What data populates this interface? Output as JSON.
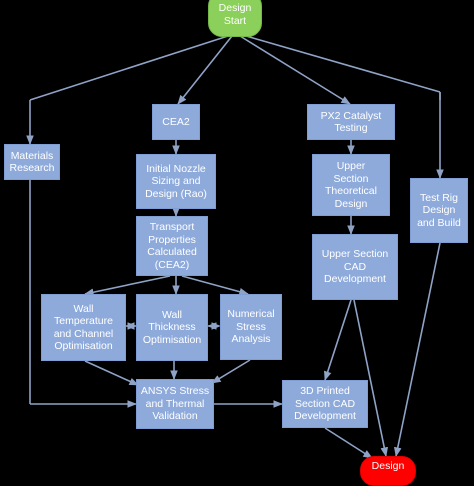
{
  "nodes": {
    "design_start": "Design\nStart",
    "cea2": "CEA2",
    "px2": "PX2 Catalyst\nTesting",
    "materials": "Materials\nResearch",
    "nozzle": "Initial Nozzle\nSizing and\nDesign (Rao)",
    "transport": "Transport\nProperties\nCalculated\n(CEA2)",
    "upper_theory": "Upper\nSection\nTheoretical\nDesign",
    "upper_cad": "Upper Section\nCAD\nDevelopment",
    "test_rig": "Test Rig\nDesign\nand Build",
    "wall_temp": "Wall\nTemperature\nand Channel\nOptimisation",
    "wall_thick": "Wall\nThickness\nOptimisation",
    "numerical": "Numerical\nStress\nAnalysis",
    "ansys": "ANSYS Stress\nand Thermal\nValidation",
    "printed": "3D Printed\nSection CAD\nDevelopment",
    "design_end": "Design"
  },
  "colors": {
    "background": "#000000",
    "box_fill": "#8eaadb",
    "connector": "#8fa3c6",
    "start_fill": "#8bd05a",
    "end_fill": "#ff0000",
    "text": "#ffffff"
  }
}
